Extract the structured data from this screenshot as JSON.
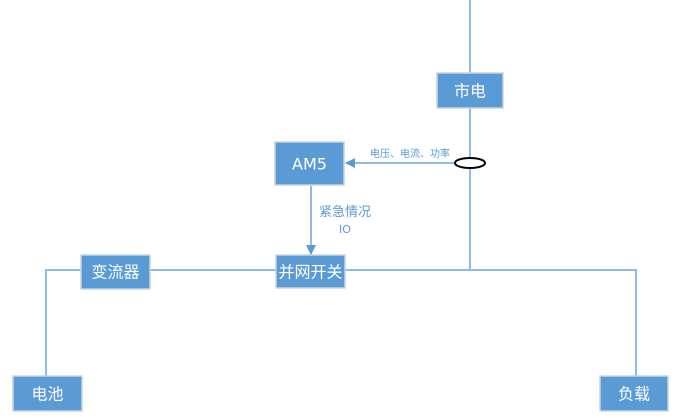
{
  "nodes": {
    "grid": "市电",
    "am5": "AM5",
    "switch": "并网开关",
    "converter": "变流器",
    "battery": "电池",
    "load": "负载"
  },
  "labels": {
    "measurement": "电压、电流、功率",
    "emergency": "紧急情况",
    "io": "IO"
  },
  "colors": {
    "box": "#5b9bd5",
    "line": "#8fbbe6"
  }
}
